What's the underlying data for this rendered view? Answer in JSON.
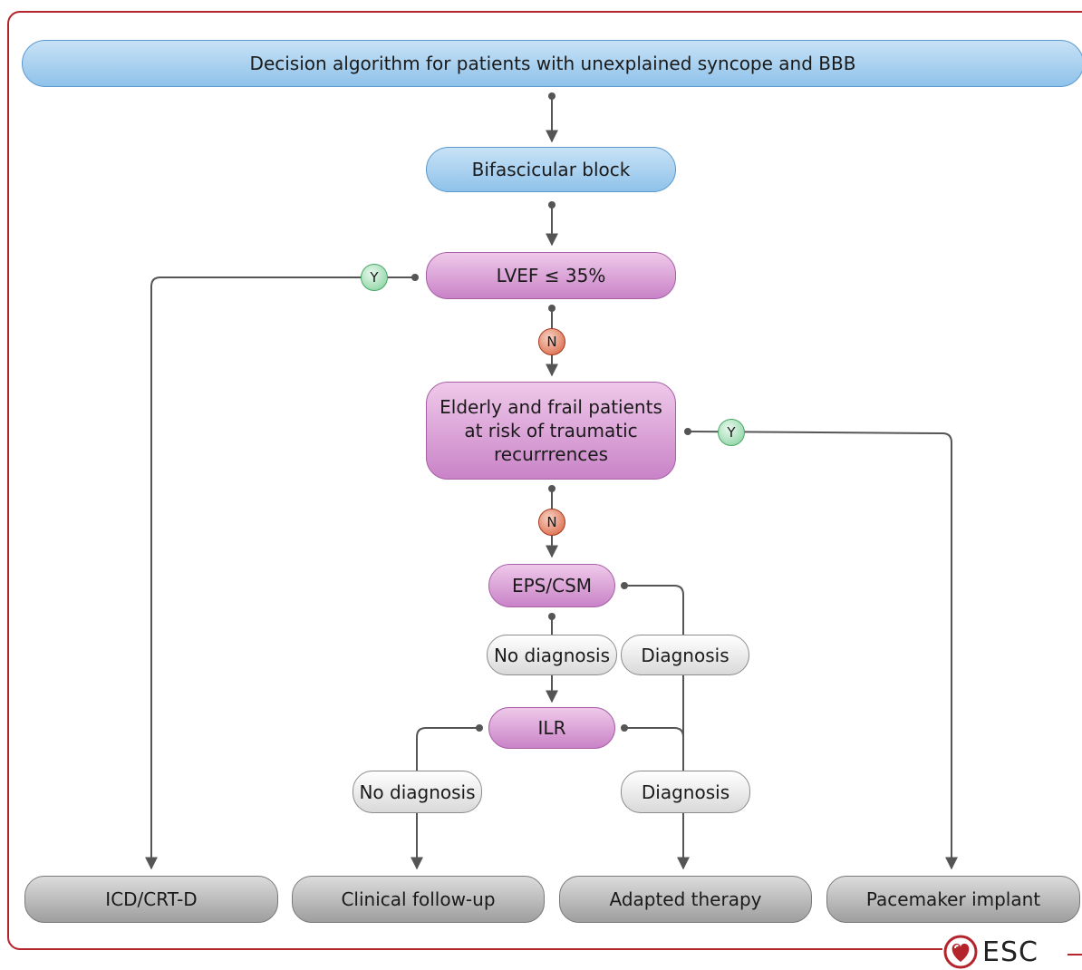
{
  "title": "Decision algorithm for patients with unexplained syncope and BBB",
  "nodes": {
    "bifascicular": "Bifascicular block",
    "lvef": "LVEF ≤ 35%",
    "elderly": "Elderly and frail patients at risk of traumatic recurrrences",
    "eps": "EPS/CSM",
    "no_diag_1": "No diagnosis",
    "diag_1": "Diagnosis",
    "ilr": "ILR",
    "no_diag_2": "No diagnosis",
    "diag_2": "Diagnosis"
  },
  "outcomes": {
    "icd": "ICD/CRT-D",
    "followup": "Clinical follow-up",
    "adapted": "Adapted therapy",
    "pacemaker": "Pacemaker implant"
  },
  "badges": {
    "yes": "Y",
    "no": "N"
  },
  "logo": {
    "text": "ESC"
  },
  "colors": {
    "border": "#b4242b",
    "title_box": "#a9d1f1",
    "decision_box": "#dba5d8",
    "option_box": "#eeeeee",
    "outcome_box": "#bdbdbd",
    "yes_badge": "#7dcf97",
    "no_badge": "#d85b37",
    "connector": "#555555"
  }
}
